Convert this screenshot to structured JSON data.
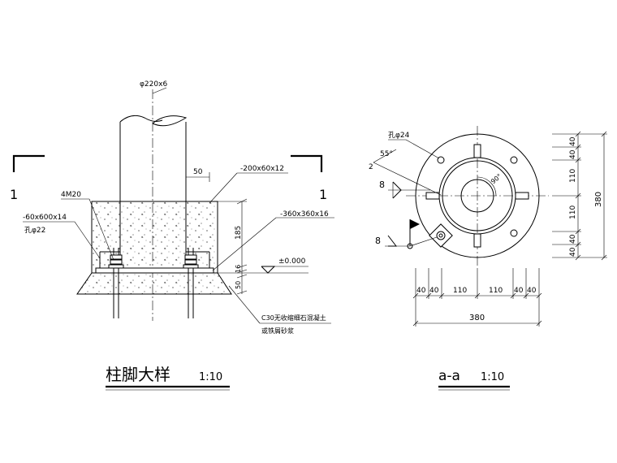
{
  "left_detail": {
    "title": "柱脚大样",
    "scale": "1:10",
    "pipe_label": "φ220x6",
    "section_mark": "1",
    "stiffener_label": "-200x60x12",
    "dim_50": "50",
    "bolt_label": "4M20",
    "top_plate_label": "-60x600x14",
    "top_plate_hole": "孔φ22",
    "base_plate_label": "-360x360x16",
    "dim_185": "185",
    "dim_16": "16",
    "dim_50b": "50",
    "level_label": "±0.000",
    "concrete_label": "C30无收缩细石混凝土",
    "mortar_label": "或铁屑砂浆"
  },
  "right_detail": {
    "title": "a-a",
    "scale": "1:10",
    "hole_label": "孔φ24",
    "angle_label": "55°",
    "angle_90": "90°",
    "weld_2": "2",
    "weld_8a": "8",
    "weld_8b": "8",
    "bottom_dims": [
      "40",
      "40",
      "110",
      "110",
      "40",
      "40"
    ],
    "bottom_total": "380",
    "right_dims": [
      "40",
      "40",
      "110",
      "110",
      "40",
      "40"
    ],
    "right_total": "380"
  }
}
